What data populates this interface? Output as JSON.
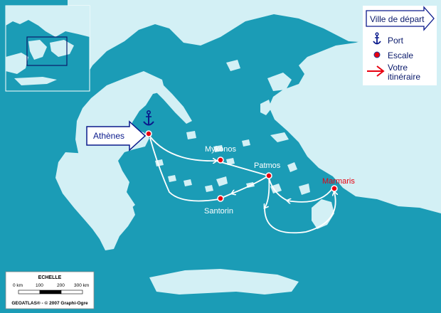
{
  "departure_flag": {
    "label": "Athènes"
  },
  "cities": [
    {
      "id": "mykonos",
      "name": "Mykonos"
    },
    {
      "id": "patmos",
      "name": "Patmos"
    },
    {
      "id": "marmaris",
      "name": "Marmaris"
    },
    {
      "id": "santorin",
      "name": "Santorin"
    }
  ],
  "legend": {
    "title": "Ville de départ",
    "items": [
      {
        "label": "Port",
        "icon": "anchor-icon"
      },
      {
        "label": "Escale",
        "icon": "red-dot-icon"
      },
      {
        "label_line1": "Votre",
        "label_line2": "itinéraire",
        "icon": "red-arrow-icon"
      }
    ]
  },
  "scale": {
    "title": "ECHELLE",
    "ticks": [
      "0 km",
      "100",
      "200",
      "300 km"
    ],
    "credit": "GEOATLAS® - © 2007 Graphi-Ogre"
  },
  "colors": {
    "sea": "#1b9cb6",
    "land": "#d3f0f5",
    "route": "#ffffff",
    "stopover": "#e8000f",
    "marmaris_label": "#e8000f",
    "departure_flag": "#0a1a8c",
    "legend_text": "#0a1a6b"
  }
}
